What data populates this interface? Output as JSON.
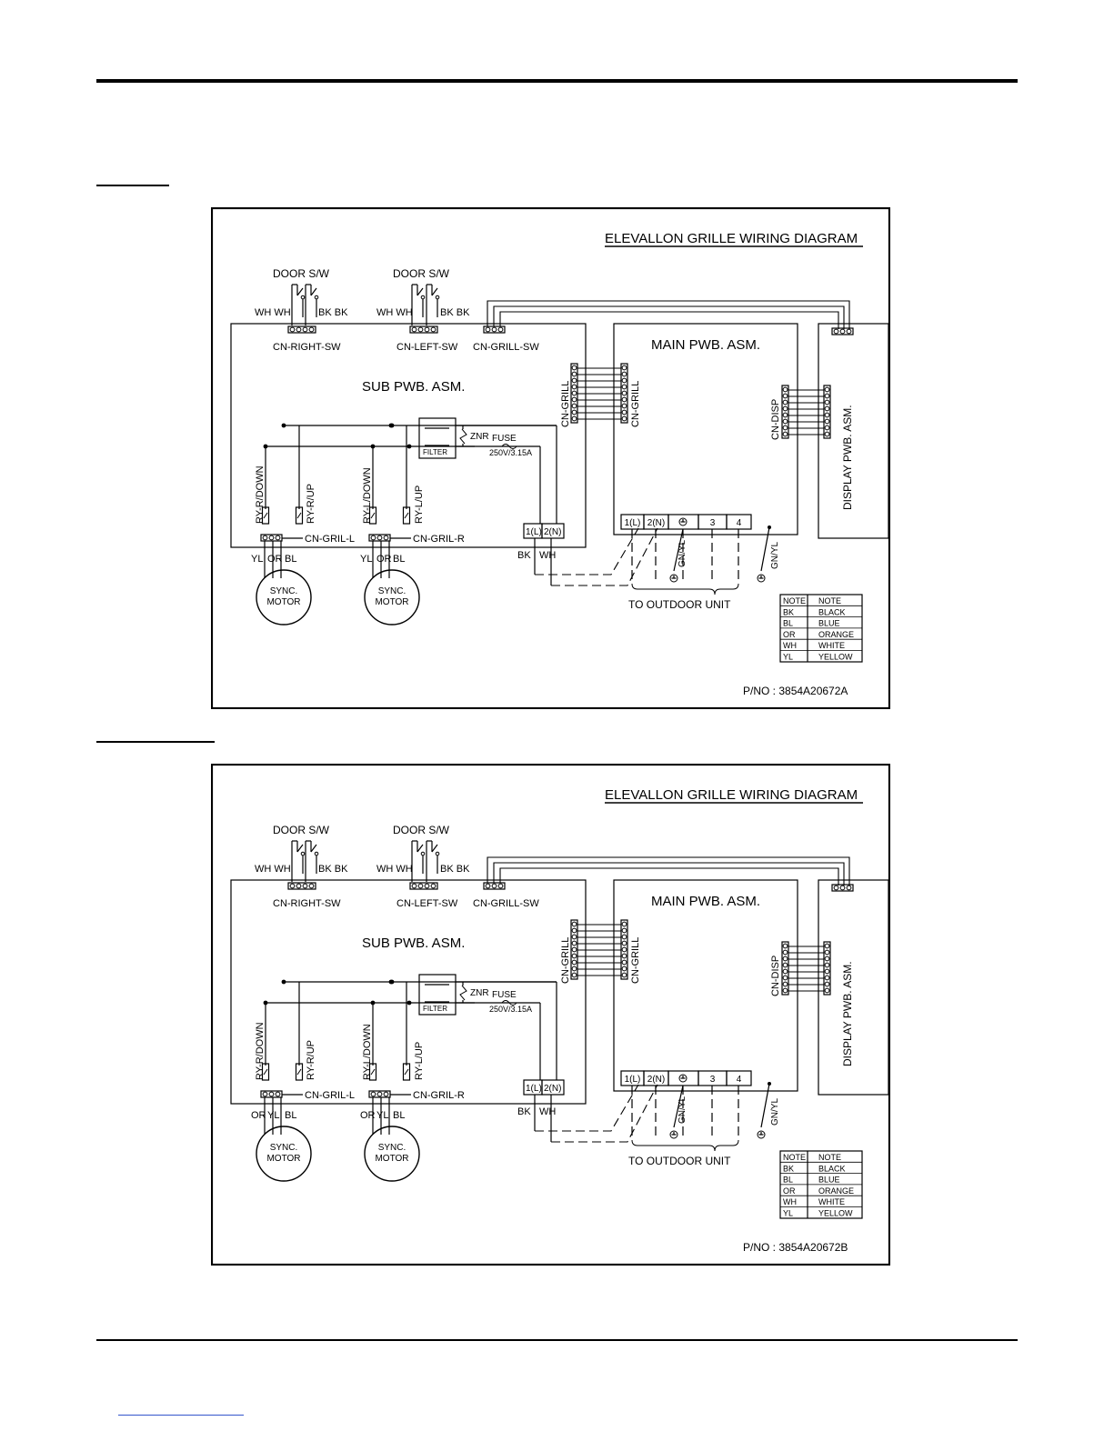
{
  "diagrams": [
    {
      "title": "ELEVALLON GRILLE WIRING DIAGRAM",
      "door_sw_left": "DOOR S/W",
      "door_sw_right": "DOOR S/W",
      "wire_right_sw": "WH WH",
      "wire_right_sw_bk": "BK BK",
      "wire_left_sw": "WH WH",
      "wire_left_sw_bk": "BK BK",
      "cn_right_sw": "CN-RIGHT-SW",
      "cn_left_sw": "CN-LEFT-SW",
      "cn_grill_sw": "CN-GRILL-SW",
      "sub_pwb": "SUB PWB. ASM.",
      "main_pwb": "MAIN PWB. ASM.",
      "display_pwb": "DISPLAY PWB. ASM.",
      "cn_grill_a": "CN-GRILL",
      "cn_grill_b": "CN-GRILL",
      "cn_disp": "CN-DISP",
      "znr": "ZNR",
      "filter": "FILTER",
      "fuse": "FUSE",
      "fuse_rating": "250V/3.15A",
      "ry_r_down": "RY-R/DOWN",
      "ry_r_up": "RY-R/UP",
      "ry_l_down": "RY-L/DOWN",
      "ry_l_up": "RY-L/UP",
      "cn_gril_l": "CN-GRIL-L",
      "cn_gril_r": "CN-GRIL-R",
      "motor_wires_left": [
        "YL",
        "OR",
        "BL"
      ],
      "motor_wires_right": [
        "YL",
        "OR",
        "BL"
      ],
      "motor_line1": "SYNC.",
      "motor_line2": "MOTOR",
      "sub_term_1": "1(L)",
      "sub_term_2": "2(N)",
      "sub_wire_bk": "BK",
      "sub_wire_wh": "WH",
      "main_terms": [
        "1(L)",
        "2(N)",
        "",
        "3",
        "4"
      ],
      "gnyl_a": "GN/YL",
      "gnyl_b": "GN/YL",
      "to_outdoor": "TO OUTDOOR UNIT",
      "legend": [
        [
          "NOTE",
          "NOTE"
        ],
        [
          "BK",
          "BLACK"
        ],
        [
          "BL",
          "BLUE"
        ],
        [
          "OR",
          "ORANGE"
        ],
        [
          "WH",
          "WHITE"
        ],
        [
          "YL",
          "YELLOW"
        ]
      ],
      "part_no": "P/NO : 3854A20672A"
    },
    {
      "title": "ELEVALLON GRILLE WIRING DIAGRAM",
      "door_sw_left": "DOOR S/W",
      "door_sw_right": "DOOR S/W",
      "wire_right_sw": "WH WH",
      "wire_right_sw_bk": "BK BK",
      "wire_left_sw": "WH WH",
      "wire_left_sw_bk": "BK BK",
      "cn_right_sw": "CN-RIGHT-SW",
      "cn_left_sw": "CN-LEFT-SW",
      "cn_grill_sw": "CN-GRILL-SW",
      "sub_pwb": "SUB PWB. ASM.",
      "main_pwb": "MAIN PWB. ASM.",
      "display_pwb": "DISPLAY PWB. ASM.",
      "cn_grill_a": "CN-GRILL",
      "cn_grill_b": "CN-GRILL",
      "cn_disp": "CN-DISP",
      "znr": "ZNR",
      "filter": "FILTER",
      "fuse": "FUSE",
      "fuse_rating": "250V/3.15A",
      "ry_r_down": "RY-R/DOWN",
      "ry_r_up": "RY-R/UP",
      "ry_l_down": "RY-L/DOWN",
      "ry_l_up": "RY-L/UP",
      "cn_gril_l": "CN-GRIL-L",
      "cn_gril_r": "CN-GRIL-R",
      "motor_wires_left": [
        "OR",
        "YL",
        "BL"
      ],
      "motor_wires_right": [
        "OR",
        "YL",
        "BL"
      ],
      "motor_line1": "SYNC.",
      "motor_line2": "MOTOR",
      "sub_term_1": "1(L)",
      "sub_term_2": "2(N)",
      "sub_wire_bk": "BK",
      "sub_wire_wh": "WH",
      "main_terms": [
        "1(L)",
        "2(N)",
        "",
        "3",
        "4"
      ],
      "gnyl_a": "GN/YL",
      "gnyl_b": "GN/YL",
      "to_outdoor": "TO OUTDOOR UNIT",
      "legend": [
        [
          "NOTE",
          "NOTE"
        ],
        [
          "BK",
          "BLACK"
        ],
        [
          "BL",
          "BLUE"
        ],
        [
          "OR",
          "ORANGE"
        ],
        [
          "WH",
          "WHITE"
        ],
        [
          "YL",
          "YELLOW"
        ]
      ],
      "part_no": "P/NO : 3854A20672B"
    }
  ]
}
